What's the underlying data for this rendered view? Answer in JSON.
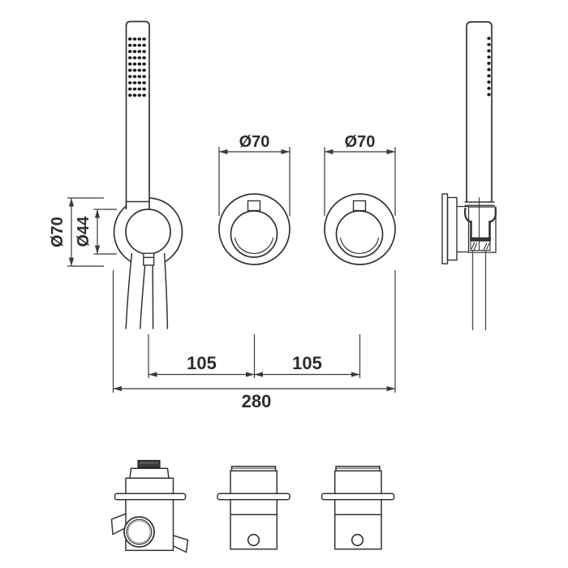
{
  "colors": {
    "line": "#333333",
    "dimension_line": "#3a3a3a",
    "text": "#2d2d2d",
    "dark_fill": "#3d3d3d",
    "background": "#ffffff"
  },
  "dimensions": {
    "holder_outer_diameter": "Ø70",
    "holder_inner_diameter": "Ø44",
    "left_knob_diameter": "Ø70",
    "right_knob_diameter": "Ø70",
    "holder_to_left_knob_spacing": "105",
    "left_to_right_knob_spacing": "105",
    "overall_width": "280"
  }
}
